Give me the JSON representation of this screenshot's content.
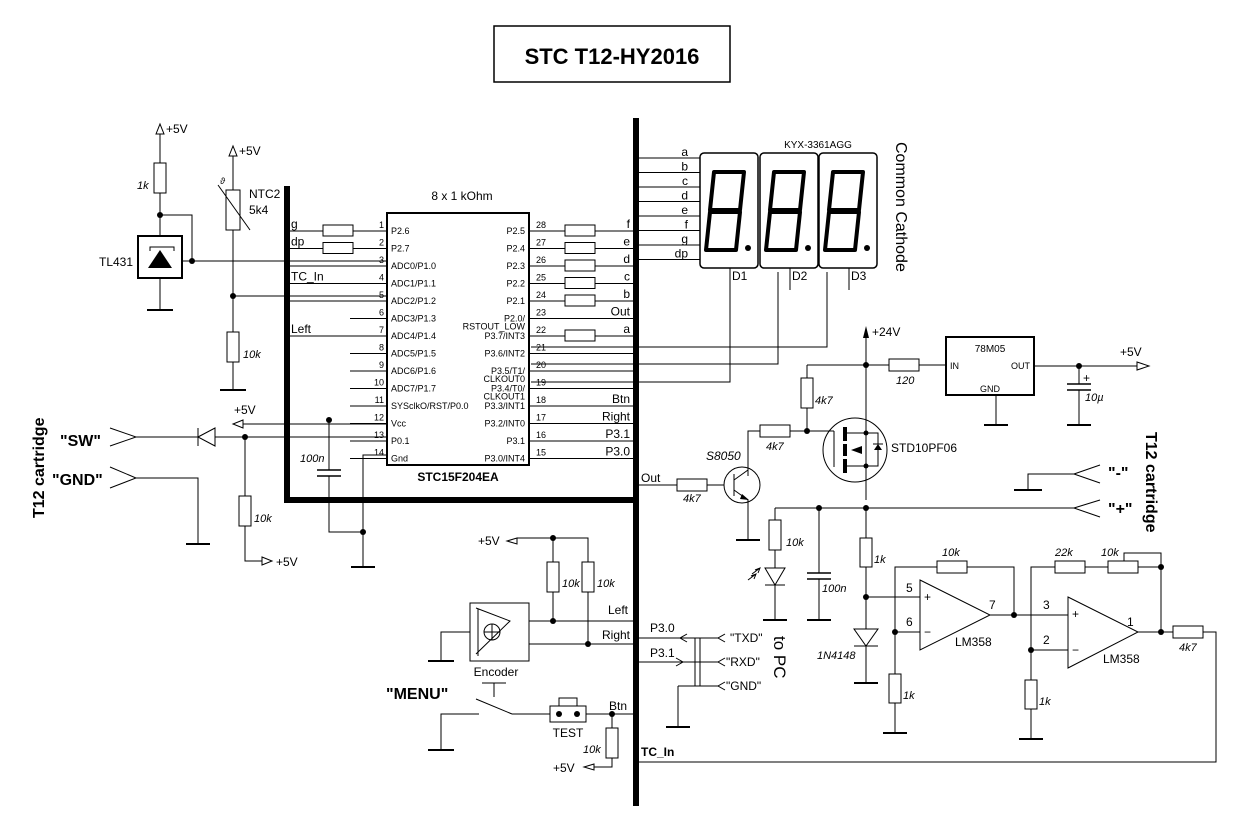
{
  "title": "STC T12-HY2016",
  "mcu": {
    "name": "STC15F204EA",
    "resistor_array": "8 x 1 kOhm",
    "left_pins": [
      {
        "num": "1",
        "name": "P2.6",
        "net": "g"
      },
      {
        "num": "2",
        "name": "P2.7",
        "net": "dp"
      },
      {
        "num": "3",
        "name": "ADC0/P1.0",
        "net": ""
      },
      {
        "num": "4",
        "name": "ADC1/P1.1",
        "net": "TC_In"
      },
      {
        "num": "5",
        "name": "ADC2/P1.2",
        "net": ""
      },
      {
        "num": "6",
        "name": "ADC3/P1.3",
        "net": ""
      },
      {
        "num": "7",
        "name": "ADC4/P1.4",
        "net": "Left"
      },
      {
        "num": "8",
        "name": "ADC5/P1.5",
        "net": ""
      },
      {
        "num": "9",
        "name": "ADC6/P1.6",
        "net": ""
      },
      {
        "num": "10",
        "name": "ADC7/P1.7",
        "net": ""
      },
      {
        "num": "11",
        "name": "SYSclkO/RST/ P0.0",
        "net": ""
      },
      {
        "num": "12",
        "name": "Vcc",
        "net": ""
      },
      {
        "num": "13",
        "name": "P0.1",
        "net": ""
      },
      {
        "num": "14",
        "name": "Gnd",
        "net": ""
      }
    ],
    "right_pins": [
      {
        "num": "28",
        "name": "P2.5",
        "net": "f"
      },
      {
        "num": "27",
        "name": "P2.4",
        "net": "e"
      },
      {
        "num": "26",
        "name": "P2.3",
        "net": "d"
      },
      {
        "num": "25",
        "name": "P2.2",
        "net": "c"
      },
      {
        "num": "24",
        "name": "P2.1",
        "net": "b"
      },
      {
        "num": "23",
        "name": "P2.0/ RSTOUT_LOW",
        "net": "Out"
      },
      {
        "num": "22",
        "name": "P3.7/INT3",
        "net": "a"
      },
      {
        "num": "21",
        "name": "P3.6/INT2",
        "net": ""
      },
      {
        "num": "20",
        "name": "P3.5/T1/ CLKOUT0",
        "net": ""
      },
      {
        "num": "19",
        "name": "P3.4/T0/ CLKOUT1",
        "net": ""
      },
      {
        "num": "18",
        "name": "P3.3/INT1",
        "net": "Btn"
      },
      {
        "num": "17",
        "name": "P3.2/INT0",
        "net": "Right"
      },
      {
        "num": "16",
        "name": "P3.1",
        "net": "P3.1"
      },
      {
        "num": "15",
        "name": "P3.0/INT4",
        "net": "P3.0"
      }
    ]
  },
  "display": {
    "part": "KYX-3361AGG",
    "type": "Common Cathode",
    "segments": [
      "a",
      "b",
      "c",
      "d",
      "e",
      "f",
      "g",
      "dp"
    ],
    "digits": [
      "D1",
      "D2",
      "D3"
    ]
  },
  "left_section": {
    "rail_5v": "+5V",
    "r_1k": "1k",
    "tl431": "TL431",
    "ntc_name": "NTC2",
    "ntc_value": "5k4",
    "r_10k": "10k",
    "cartridge_label": "T12 cartridge",
    "sw": "\"SW\"",
    "gnd": "\"GND\"",
    "cap": "100n",
    "r_sw": "10k"
  },
  "power": {
    "rail_24v": "+24V",
    "regulator": "78M05",
    "reg_in": "IN",
    "reg_out": "OUT",
    "reg_gnd": "GND",
    "r_series": "120",
    "cap_out": "10µ",
    "cap_plus": "+",
    "rail_out": "+5V"
  },
  "driver": {
    "transistor": "S8050",
    "mosfet": "STD10PF06",
    "r_base": "4k7",
    "r_gate": "4k7",
    "r_pullup": "4k7",
    "out_net": "Out"
  },
  "heater": {
    "cartridge_label": "T12 cartridge",
    "minus": "\"-\"",
    "plus": "\"+\"",
    "r_led": "10k",
    "cap": "100n",
    "r_div": "1k",
    "diode": "1N4148"
  },
  "amplifier": {
    "opamp1": "LM358",
    "opamp2": "LM358",
    "pin5": "5",
    "pin6": "6",
    "pin7": "7",
    "pin3": "3",
    "pin2": "2",
    "pin1": "1",
    "r_fb1": "10k",
    "r_g1": "1k",
    "r_fb2a": "22k",
    "r_fb2b": "10k",
    "r_g2": "1k",
    "r_out": "4k7",
    "plus": "+",
    "minus": "−"
  },
  "inputs": {
    "rail_5v": "+5V",
    "r_left": "10k",
    "r_right": "10k",
    "left": "Left",
    "right": "Right",
    "encoder": "Encoder",
    "menu": "\"MENU\"",
    "test": "TEST",
    "btn": "Btn",
    "r_btn": "10k",
    "rail_btn": "+5V",
    "tc_in": "TC_In"
  },
  "uart": {
    "p30": "P3.0",
    "p31": "P3.1",
    "txd": "\"TXD\"",
    "rxd": "\"RXD\"",
    "gnd": "\"GND\"",
    "to_pc": "to PC"
  }
}
